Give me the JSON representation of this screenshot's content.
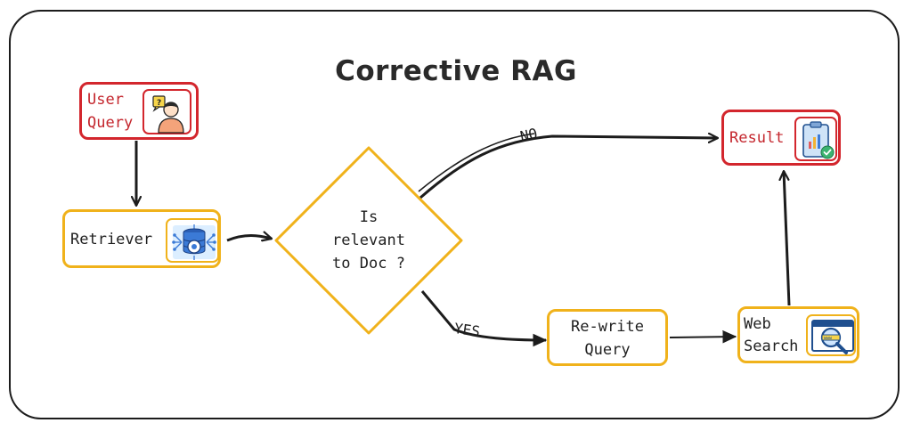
{
  "title": "Corrective RAG",
  "nodes": {
    "user_query": {
      "line1": "User",
      "line2": "Query",
      "icon": "person-question-icon"
    },
    "retriever": {
      "label": "Retriever",
      "icon": "database-network-icon"
    },
    "decision": {
      "line1": "Is",
      "line2": "relevant",
      "line3": "to Doc ?"
    },
    "rewrite": {
      "line1": "Re-write",
      "line2": "Query"
    },
    "web_search": {
      "line1": "Web",
      "line2": "Search",
      "icon": "web-search-icon"
    },
    "result": {
      "label": "Result",
      "icon": "clipboard-check-icon"
    }
  },
  "edges": {
    "no_label": "NO",
    "yes_label": "YES"
  },
  "colors": {
    "red": "#d3262d",
    "yellow": "#f0b21b",
    "ink": "#1c1c1c"
  }
}
